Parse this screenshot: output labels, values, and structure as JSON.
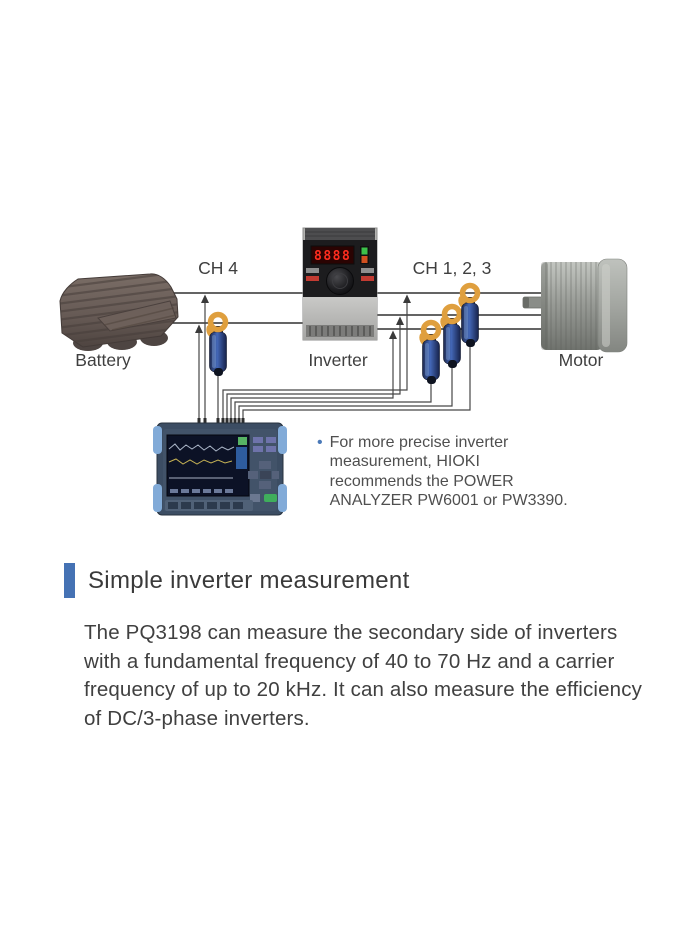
{
  "diagram": {
    "channel_labels": {
      "ch4": "CH 4",
      "ch123": "CH 1, 2, 3"
    },
    "device_labels": {
      "battery": "Battery",
      "inverter": "Inverter",
      "motor": "Motor"
    },
    "inverter_display": "8888",
    "colors": {
      "power_line": "#303030",
      "measure_wire": "#474747",
      "clamp_ring": "#df9f3e",
      "clamp_body_blue": "#3a5da8",
      "analyzer_body": "#3c4d63",
      "analyzer_bumper": "#82abd8",
      "display_red": "#ff2d1f"
    }
  },
  "note": {
    "bullet": "•",
    "bullet_color": "#4a79b8",
    "lines": [
      "For more precise inverter",
      "measurement, HIOKI",
      "recommends the POWER",
      "ANALYZER PW6001 or PW3390."
    ]
  },
  "section": {
    "accent_color": "#4572b4",
    "title": "Simple inverter measurement",
    "body_lines": [
      "The PQ3198 can measure the secondary side of inverters",
      "with a fundamental frequency of 40 to 70 Hz and a carrier",
      "frequency of up to 20 kHz. It can also measure the efficiency",
      "of DC/3-phase inverters."
    ]
  }
}
